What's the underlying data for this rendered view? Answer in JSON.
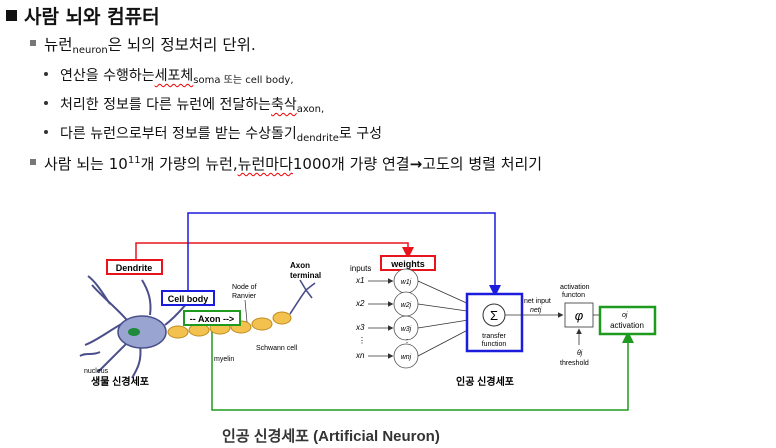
{
  "title": "사람 뇌와 컴퓨터",
  "bullets": {
    "b1_main": "뉴런",
    "b1_sub": "neuron",
    "b1_rest": "은 뇌의 정보처리 단위.",
    "s1_a": "연산을 수행하는 ",
    "s1_b": "세포체",
    "s1_sub": "soma 또는 cell body",
    "s1_c": ",",
    "s2_a": "처리한 정보를 다른 뉴런에 전달하는 ",
    "s2_b": "축삭",
    "s2_sub": "axon",
    "s2_c": ",",
    "s3_a": "다른 뉴런으로부터 정보를 받는 수상돌기",
    "s3_sub": "dendrite",
    "s3_c": "로 구성",
    "b2_a": "사람 뇌는 10",
    "b2_sup": "11",
    "b2_b": "개 가량의 뉴런, ",
    "b2_c": "뉴런마다",
    "b2_d": " 1000개 가량 연결 ",
    "b2_arrow": "→",
    "b2_e": " 고도의 병렬 처리기"
  },
  "diagram": {
    "dendrite_label": "Dendrite",
    "cellbody_label": "Cell body",
    "axon_label": "-- Axon -->",
    "weights_label": "weights",
    "node_label_1": "Node of",
    "node_label_2": "Ranvier",
    "axon_terminal_1": "Axon",
    "axon_terminal_2": "terminal",
    "schwann": "Schwann cell",
    "myelin": "myelin",
    "nucleus": "nucleus",
    "bio_caption": "생물 신경세포",
    "inputs": "inputs",
    "x1": "x1",
    "x2": "x2",
    "x3": "x3",
    "xn": "xn",
    "w1": "w1j",
    "w2": "w2j",
    "w3": "w3j",
    "wn": "wnj",
    "sigma": "Σ",
    "transfer_1": "transfer",
    "transfer_2": "function",
    "netinput_1": "net input",
    "netinput_2": "netj",
    "activation_func_1": "activation",
    "activation_func_2": "functon",
    "phi": "φ",
    "theta": "θj",
    "threshold": "threshold",
    "oj": "oj",
    "activation_out": "activation",
    "art_caption": "인공 신경세포"
  },
  "caption": "인공 신경세포 (Artificial Neuron)",
  "colors": {
    "red": "#e8141c",
    "blue": "#1c1cdc",
    "green": "#1e9a1e"
  }
}
